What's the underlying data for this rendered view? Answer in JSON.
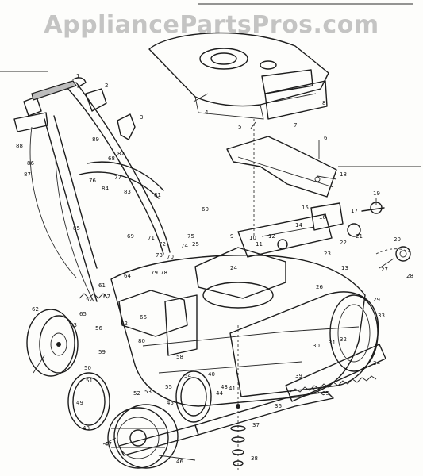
{
  "watermark": {
    "text": "AppliancePartsPros.com"
  },
  "callouts": {
    "c1": "1",
    "c2": "2",
    "c3": "3",
    "c4": "4",
    "c5": "5",
    "c6": "6",
    "c7": "7",
    "c8": "8",
    "c9": "9",
    "c10": "10",
    "c11": "11",
    "c12": "12",
    "c13": "13",
    "c14": "14",
    "c15": "15",
    "c16": "16",
    "c17": "17",
    "c18": "18",
    "c19": "19",
    "c20": "20",
    "c21": "21",
    "c22": "22",
    "c23": "23",
    "c24": "24",
    "c25": "25",
    "c26": "26",
    "c27": "27",
    "c28": "28",
    "c29": "29",
    "c30": "30",
    "c31": "31",
    "c32": "32",
    "c33": "33",
    "c34": "34",
    "c35": "35",
    "c36": "36",
    "c37": "37",
    "c38": "38",
    "c39": "39",
    "c40": "40",
    "c41": "41",
    "c42": "42",
    "c43": "43",
    "c44": "44",
    "c45": "45",
    "c46": "46",
    "c47": "47",
    "c48": "48",
    "c49": "49",
    "c50": "50",
    "c51": "51",
    "c52": "52",
    "c53": "53",
    "c54": "54",
    "c55": "55",
    "c56": "56",
    "c57": "57",
    "c58": "58",
    "c59": "59",
    "c60": "60",
    "c61": "61",
    "c62": "62",
    "c63": "63",
    "c64": "64",
    "c65": "65",
    "c66": "66",
    "c67": "67",
    "c68": "68",
    "c69": "69",
    "c70": "70",
    "c71": "71",
    "c72": "72",
    "c73": "73",
    "c74": "74",
    "c75": "75",
    "c76": "76",
    "c77": "77",
    "c78": "78",
    "c79": "79",
    "c80": "80",
    "c81": "81",
    "c82": "82",
    "c83": "83",
    "c84": "84",
    "c85": "85",
    "c86": "86",
    "c87": "87",
    "c88": "88",
    "c89": "89"
  }
}
